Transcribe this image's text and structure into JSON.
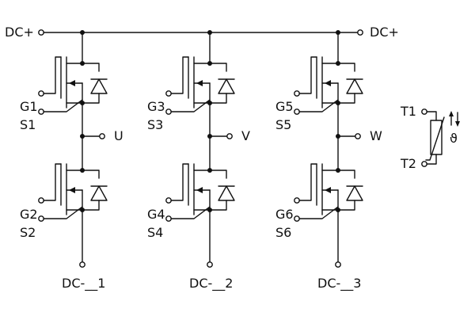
{
  "labels": {
    "dc_plus_left": "DC+",
    "dc_plus_right": "DC+",
    "g1": "G1",
    "s1": "S1",
    "g2": "G2",
    "s2": "S2",
    "g3": "G3",
    "s3": "S3",
    "g4": "G4",
    "s4": "S4",
    "g5": "G5",
    "s5": "S5",
    "g6": "G6",
    "s6": "S6",
    "u": "U",
    "v": "V",
    "w": "W",
    "dc_minus_1": "DC-__1",
    "dc_minus_2": "DC-__2",
    "dc_minus_3": "DC-__3",
    "t1": "T1",
    "t2": "T2",
    "theta": "ϑ"
  },
  "colors": {
    "ink": "#111111",
    "background": "#ffffff"
  }
}
